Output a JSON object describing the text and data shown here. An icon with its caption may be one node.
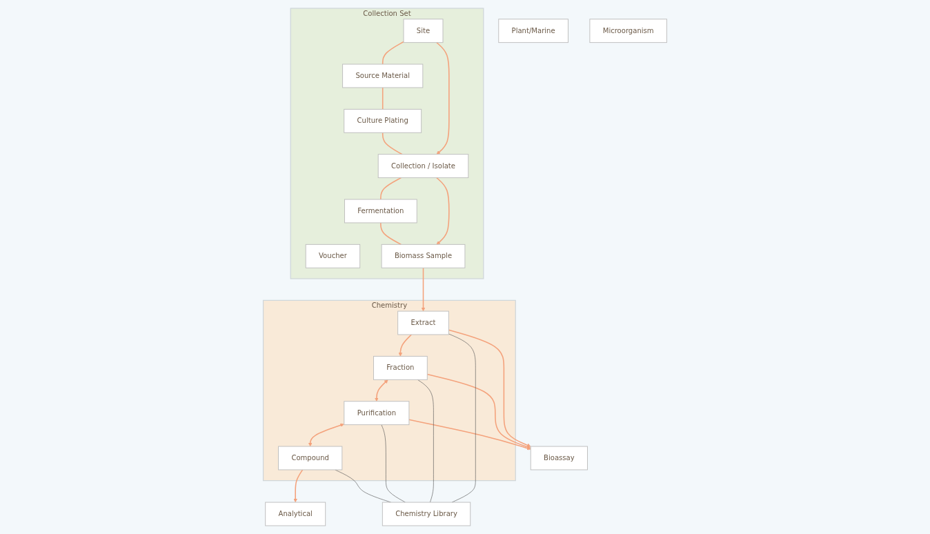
{
  "diagram": {
    "nodes": [
      {
        "text": [
          "Collection Set"
        ]
      },
      {
        "text": [
          "Voucher"
        ],
        "in": 0
      },
      {
        "text": [
          "Plant/Marine"
        ]
      },
      {
        "text": [
          "Site"
        ],
        "in": 0
      },
      {
        "text": [
          "Collection / Isolate"
        ],
        "in": 0
      },
      {
        "text": [
          "Biomass Sample"
        ],
        "in": 0
      },
      {
        "text": [
          "Microorganism"
        ]
      },
      {
        "text": [
          "Source Material"
        ],
        "in": 0
      },
      {
        "text": [
          "Fermentation"
        ],
        "in": 0
      },
      {
        "text": [
          "Culture Plating"
        ],
        "in": 0
      },
      {
        "text": [
          "Chemistry"
        ]
      },
      {
        "text": [
          "Extract"
        ],
        "in": 10
      },
      {
        "text": [
          "Fraction"
        ],
        "in": 10
      },
      {
        "text": [
          "Purification"
        ],
        "in": 10
      },
      {
        "text": [
          "Compound"
        ],
        "in": 10
      },
      {
        "text": [
          "Bioassay"
        ]
      },
      {
        "text": [
          "Analytical"
        ]
      },
      {
        "text": [
          "Chemistry Library"
        ]
      }
    ],
    "edges": [
      {
        "from": 3,
        "to": 4,
        "arrow": "to"
      },
      {
        "from": 4,
        "to": 5,
        "arrow": "to"
      },
      {
        "from": 3,
        "to": 7,
        "arrow": "none"
      },
      {
        "from": 7,
        "to": 9,
        "arrow": "none"
      },
      {
        "from": 9,
        "to": 4,
        "arrow": "none"
      },
      {
        "from": 4,
        "to": 8,
        "arrow": "none"
      },
      {
        "from": 8,
        "to": 5,
        "arrow": "none"
      },
      {
        "from": 5,
        "to": 11,
        "arrow": "to"
      },
      {
        "from": 11,
        "to": 12,
        "arrow": "to"
      },
      {
        "from": 12,
        "to": 13,
        "arrow": "both"
      },
      {
        "from": 13,
        "to": 14,
        "arrow": "both"
      },
      {
        "from": 11,
        "to": 15,
        "arrow": "to"
      },
      {
        "from": 12,
        "to": 15,
        "arrow": "to"
      },
      {
        "from": 13,
        "to": 15,
        "arrow": "to"
      },
      {
        "from": 14,
        "to": 16,
        "arrow": "to"
      },
      {
        "from": 11,
        "to": 17,
        "arrow": "none",
        "color": "#555555"
      },
      {
        "from": 12,
        "to": 17,
        "arrow": "none",
        "color": "#555555"
      },
      {
        "from": 13,
        "to": 17,
        "arrow": "none",
        "color": "#555555"
      },
      {
        "from": 14,
        "to": 17,
        "arrow": "none",
        "color": "#555555"
      }
    ]
  }
}
